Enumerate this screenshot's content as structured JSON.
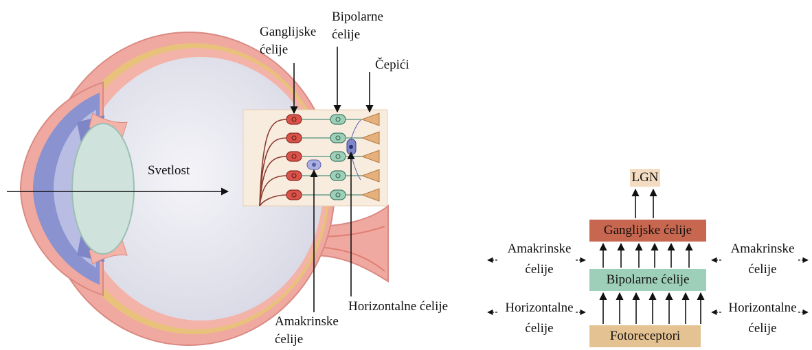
{
  "eye": {
    "light_label": "Svetlost",
    "ganglion_label": [
      "Ganglijske",
      "ćelije"
    ],
    "bipolar_label": [
      "Bipolarne",
      "ćelije"
    ],
    "cones_label": "Čepići",
    "amacrine_label": [
      "Amakrinske",
      "ćelije"
    ],
    "horizontal_label": "Horizontalne ćelije"
  },
  "schema": {
    "lgn": "LGN",
    "ganglion_box": "Ganglijske ćelije",
    "bipolar_box": "Bipolarne ćelije",
    "photoreceptor_box": "Fotoreceptori",
    "amacrine_side": [
      "Amakrinske",
      "ćelije"
    ],
    "horizontal_side": [
      "Horizontalne",
      "ćelije"
    ]
  },
  "colors": {
    "ganglion": "#c8674f",
    "bipolar": "#9ecfb8",
    "photoreceptor": "#e5c292",
    "lgn_bg": "#f4dcc2",
    "sclera": "#f0a9a0",
    "eyeball": "#e6e6ef",
    "iris": "#7f86c8",
    "lens": "#cfe3dc"
  }
}
